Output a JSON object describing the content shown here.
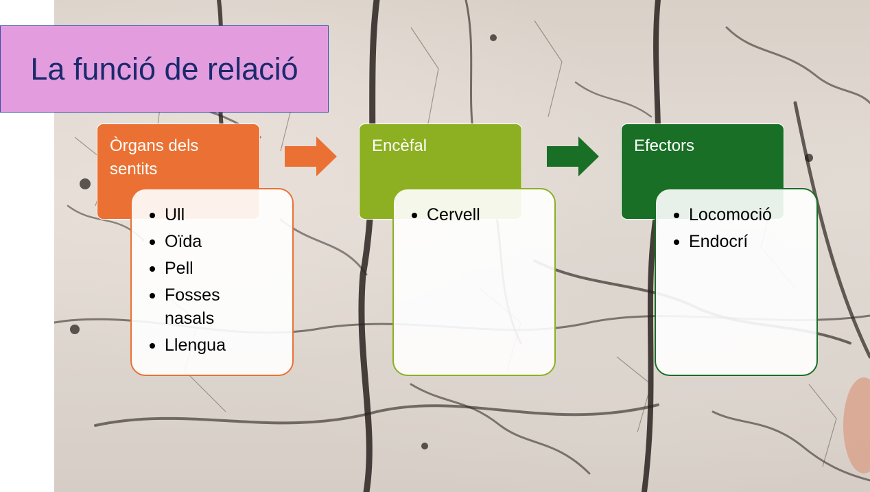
{
  "slide": {
    "title": "La funció de relació",
    "colors": {
      "title_fill": "#e39ddf",
      "title_text": "#1a2a6c",
      "stage1": "#ea7133",
      "stage2": "#8cb021",
      "stage3": "#196f25"
    },
    "stages": [
      {
        "heading": "Òrgans dels sentits",
        "items": [
          "Ull",
          "Oïda",
          "Pell",
          "Fosses nasals",
          "Llengua"
        ]
      },
      {
        "heading": "Encèfal",
        "items": [
          "Cervell"
        ]
      },
      {
        "heading": "Efectors",
        "items": [
          "Locomoció",
          "Endocrí"
        ]
      }
    ],
    "arrows": [
      {
        "icon": "arrow-right-icon",
        "color": "#ea7133"
      },
      {
        "icon": "arrow-right-icon",
        "color": "#196f25"
      }
    ]
  }
}
